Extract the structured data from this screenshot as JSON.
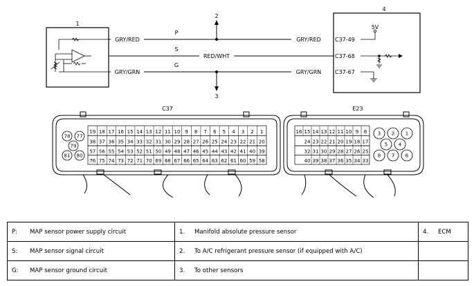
{
  "diagram": {
    "component_labels": [
      "1",
      "2",
      "3",
      "4"
    ],
    "wires": {
      "power": {
        "code": "P",
        "sensor_color": "GRY/RED",
        "ecm_color": "GRY/RED",
        "terminal": "C37-49"
      },
      "signal": {
        "code": "S",
        "color": "RED/WHT",
        "terminal": "C37-68"
      },
      "ground": {
        "code": "G",
        "sensor_color": "GRY/GRN",
        "ecm_color": "GRY/GRN",
        "terminal": "C37-67"
      }
    },
    "ecm_supply": "5V",
    "connectors": [
      {
        "name": "C37",
        "rows": [
          [
            "19",
            "18",
            "17",
            "16",
            "15",
            "14",
            "13",
            "12",
            "11",
            "10",
            "9",
            "8",
            "7",
            "6",
            "5",
            "4",
            "3",
            "2",
            "1"
          ],
          [
            "38",
            "37",
            "36",
            "35",
            "34",
            "33",
            "32",
            "31",
            "30",
            "29",
            "28",
            "27",
            "26",
            "25",
            "24",
            "23",
            "22",
            "21",
            "20"
          ],
          [
            "57",
            "56",
            "55",
            "54",
            "53",
            "52",
            "51",
            "50",
            "49",
            "48",
            "47",
            "46",
            "45",
            "44",
            "43",
            "42",
            "41",
            "40",
            "39"
          ],
          [
            "76",
            "75",
            "74",
            "73",
            "72",
            "71",
            "70",
            "69",
            "68",
            "67",
            "66",
            "65",
            "64",
            "63",
            "62",
            "61",
            "60",
            "59",
            "58"
          ]
        ],
        "round_pins": [
          "78",
          "77",
          "79",
          "81",
          "80"
        ]
      },
      {
        "name": "E23",
        "rows": [
          [
            "16",
            "15",
            "14",
            "13",
            "12",
            "11",
            "10",
            "9",
            "8"
          ],
          [
            "24",
            "23",
            "22",
            "21",
            "20",
            "19",
            "18",
            "17"
          ],
          [
            "32",
            "31",
            "30",
            "29",
            "28",
            "27",
            "26",
            "25"
          ],
          [
            "40",
            "39",
            "38",
            "37",
            "36",
            "35",
            "34",
            "33"
          ]
        ],
        "round_pins": [
          "3",
          "2",
          "1",
          "5",
          "4",
          "8",
          "7",
          "6"
        ]
      }
    ]
  },
  "legend": {
    "rows": [
      [
        {
          "code": "P:",
          "text": "MAP sensor power supply circuit"
        },
        {
          "num": "1.",
          "text": "Manifold absolute pressure sensor"
        },
        {
          "num": "4.",
          "text": "ECM"
        }
      ],
      [
        {
          "code": "S:",
          "text": "MAP sensor signal circuit"
        },
        {
          "num": "2.",
          "text": "To A/C refrigerant pressure sensor (if equipped with A/C)"
        },
        {
          "num": "",
          "text": ""
        }
      ],
      [
        {
          "code": "G:",
          "text": "MAP sensor ground circuit"
        },
        {
          "num": "3.",
          "text": "To other sensors"
        },
        {
          "num": "",
          "text": ""
        }
      ]
    ]
  }
}
